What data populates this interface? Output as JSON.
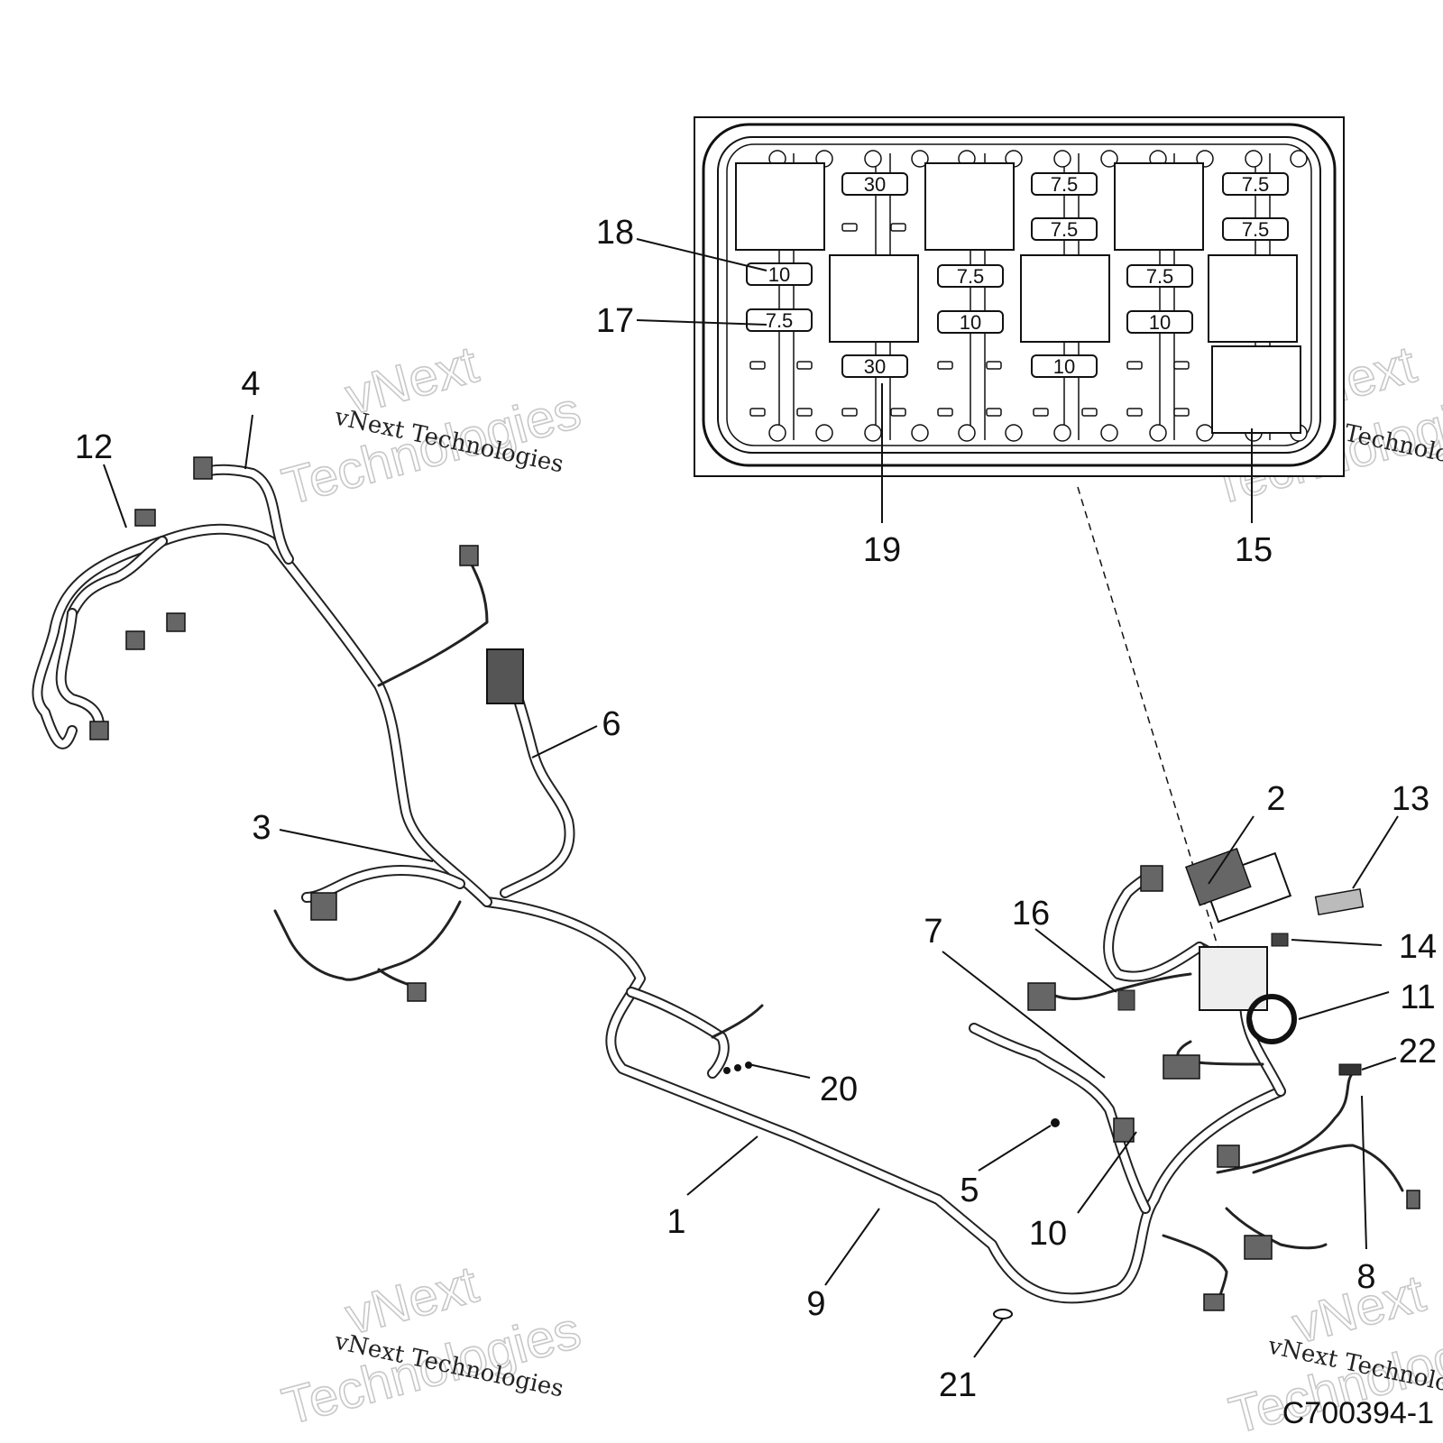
{
  "callouts": [
    {
      "label": "1"
    },
    {
      "label": "2"
    },
    {
      "label": "3"
    },
    {
      "label": "4"
    },
    {
      "label": "5"
    },
    {
      "label": "6"
    },
    {
      "label": "7"
    },
    {
      "label": "8"
    },
    {
      "label": "9"
    },
    {
      "label": "10"
    },
    {
      "label": "11"
    },
    {
      "label": "12"
    },
    {
      "label": "13"
    },
    {
      "label": "14"
    },
    {
      "label": "15"
    },
    {
      "label": "16"
    },
    {
      "label": "17"
    },
    {
      "label": "18"
    },
    {
      "label": "19"
    },
    {
      "label": "20"
    },
    {
      "label": "21"
    },
    {
      "label": "22"
    }
  ],
  "fuse_box": {
    "col1": [
      "10",
      "7.5"
    ],
    "col2": [
      "30",
      "30"
    ],
    "col3": [
      "7.5",
      "10"
    ],
    "col4": [
      "7.5",
      "7.5",
      "10"
    ],
    "col5": [
      "7.5",
      "10"
    ],
    "col6": [
      "7.5",
      "7.5"
    ]
  },
  "watermark": {
    "small": "vNext Technologies",
    "big_line1": "vNext",
    "big_line2": "Technologies"
  },
  "part_number": "C700394-1"
}
